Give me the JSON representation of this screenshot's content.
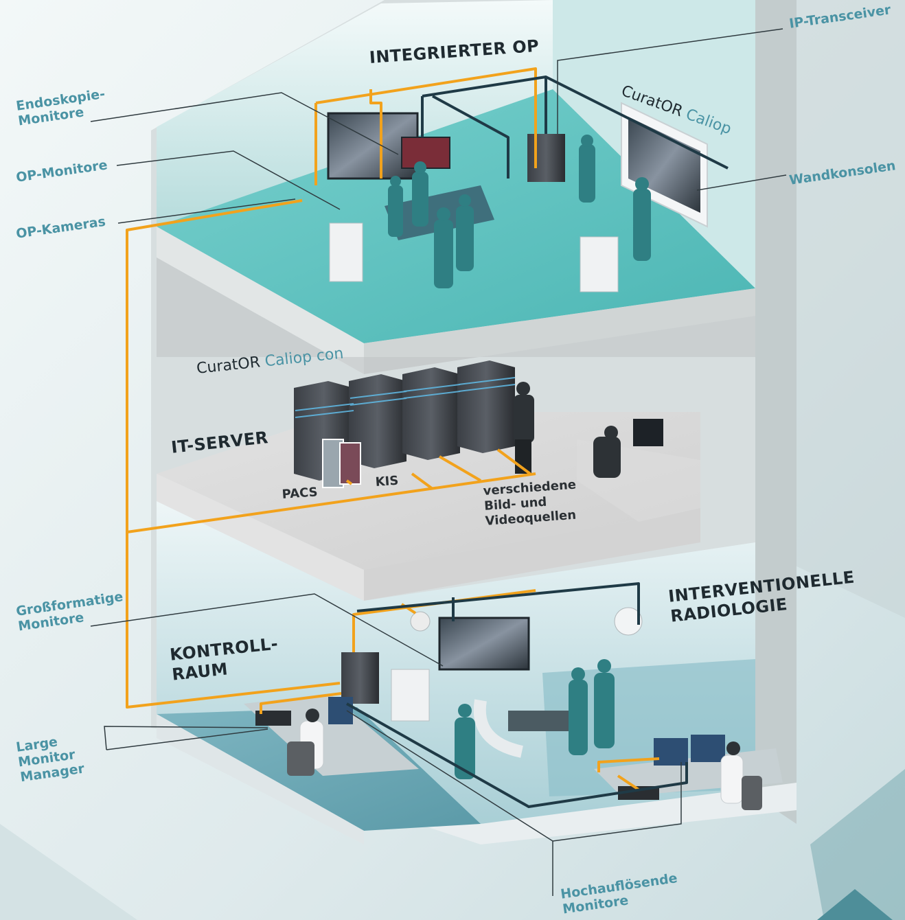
{
  "rooms": {
    "op": "INTEGRIERTER OP",
    "it": "IT-SERVER",
    "control": "KONTROLL-\nRAUM",
    "radiology": "INTERVENTIONELLE\nRADIOLOGIE"
  },
  "callouts": {
    "ip_transceiver": "IP-Transceiver",
    "endoskopie": "Endoskopie-\nMonitore",
    "op_monitore": "OP-Monitore",
    "op_kameras": "OP-Kameras",
    "wandkonsolen": "Wandkonsolen",
    "grossformatige": "Großformatige\nMonitore",
    "large_monitor": "Large\nMonitor\nManager",
    "hochaufloesende": "Hochauflösende\nMonitore"
  },
  "server_labels": {
    "pacs": "PACS",
    "kis": "KIS",
    "quellen": "verschiedene\nBild- und\nVideoquellen"
  },
  "branding": {
    "brand_op_main": "CuratOR",
    "brand_op_sub": "Caliop",
    "brand_con_main": "CuratOR",
    "brand_con_sub": "Caliop con"
  },
  "colors": {
    "teal": "#4a93a4",
    "orange": "#f2a21c",
    "dark_cable": "#1f3a46",
    "floor_teal": "#5cc3c1"
  }
}
